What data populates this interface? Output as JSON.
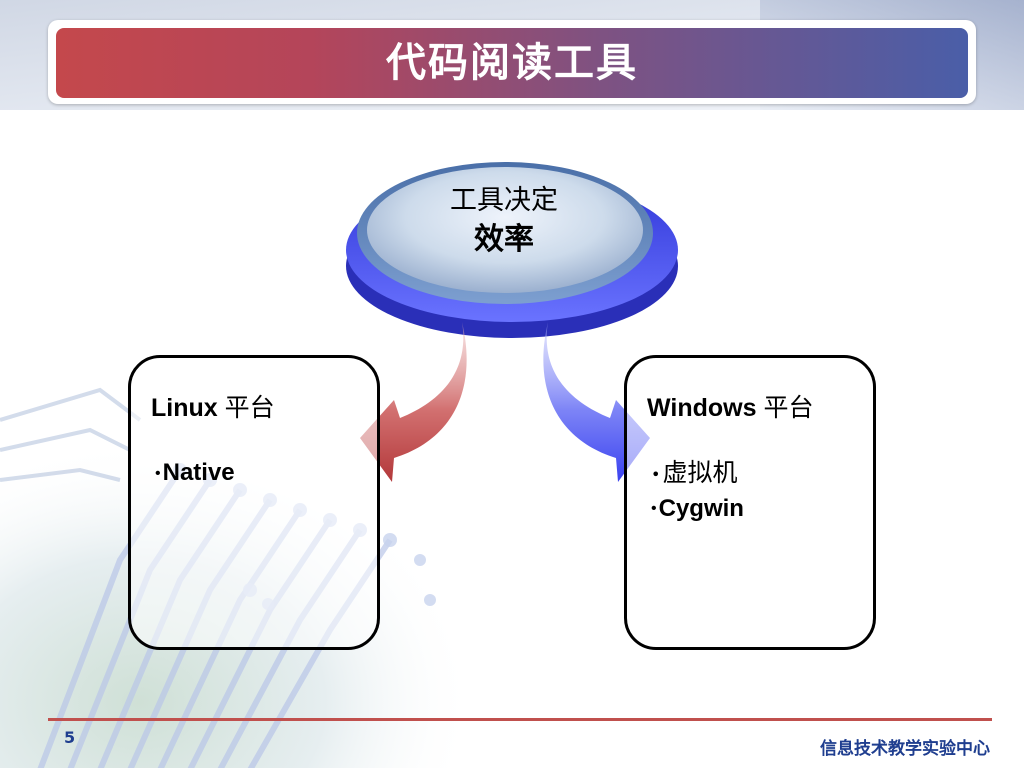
{
  "slide": {
    "title": "代码阅读工具",
    "page_number": "5",
    "footer_org": "信息技术教学实验中心"
  },
  "hub": {
    "line1": "工具决定",
    "line2": "效率"
  },
  "left_card": {
    "title_latin": "Linux",
    "title_cjk": "平台",
    "items": [
      "Native"
    ]
  },
  "right_card": {
    "title_latin": "Windows",
    "title_cjk": "平台",
    "items": [
      "虚拟机",
      "Cygwin"
    ]
  },
  "colors": {
    "title_bar_start": "#c4484c",
    "title_bar_end": "#4a5ea8",
    "hub_outer": "#4b4ff0",
    "left_arrow": "#c0504d",
    "right_arrow": "#4b4ff0",
    "footer_text": "#1f3e8f"
  }
}
